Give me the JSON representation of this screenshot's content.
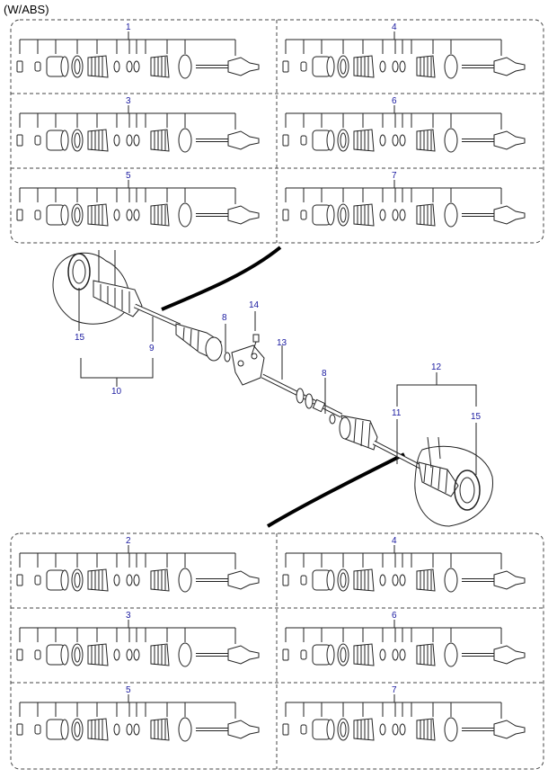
{
  "header": {
    "title": "(W/ABS)"
  },
  "colors": {
    "callout": "#1a1aa0",
    "line": "#222222",
    "dash": "#444444"
  },
  "top_group": {
    "cells": [
      {
        "callout": "1"
      },
      {
        "callout": "4"
      },
      {
        "callout": "3"
      },
      {
        "callout": "6"
      },
      {
        "callout": "5"
      },
      {
        "callout": "7"
      }
    ]
  },
  "bottom_group": {
    "cells": [
      {
        "callout": "2"
      },
      {
        "callout": "4"
      },
      {
        "callout": "3"
      },
      {
        "callout": "6"
      },
      {
        "callout": "5"
      },
      {
        "callout": "7"
      }
    ]
  },
  "middle": {
    "callouts": {
      "c15_left": "15",
      "c9": "9",
      "c10": "10",
      "c8_upper": "8",
      "c14": "14",
      "c13": "13",
      "c8_lower": "8",
      "c12": "12",
      "c11": "11",
      "c15_right": "15"
    }
  }
}
